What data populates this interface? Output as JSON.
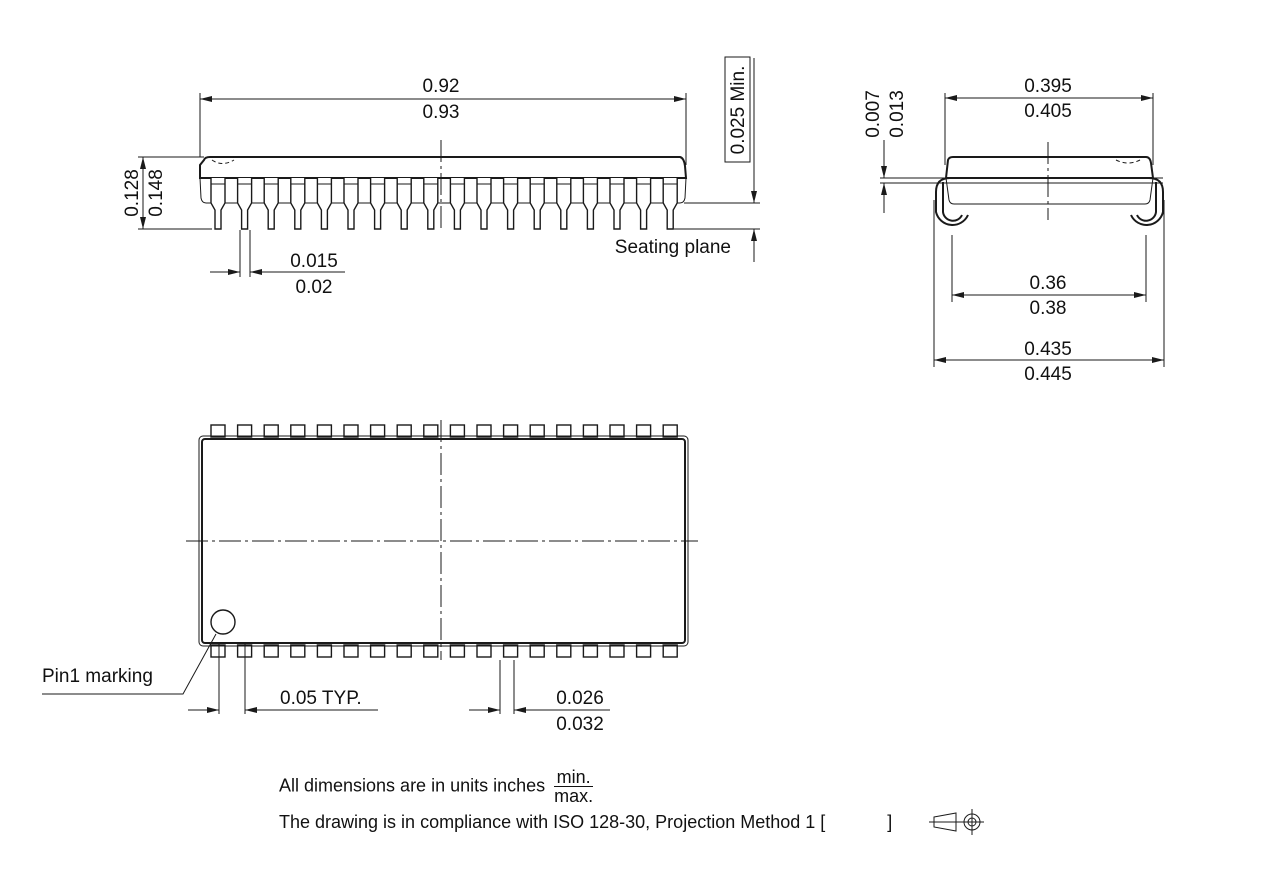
{
  "drawing": {
    "type": "package outline drawing (SOJ-36 style)",
    "pin_count_per_side": 18,
    "views": {
      "side_view": {
        "length_dim": {
          "min": "0.92",
          "max": "0.93"
        },
        "height_dim": {
          "min": "0.128",
          "max": "0.148"
        },
        "lead_width_dim": {
          "min": "0.015",
          "max": "0.02"
        },
        "standoff_dim": {
          "label": "0.025 Min."
        },
        "seating_plane_label": "Seating plane"
      },
      "end_view": {
        "body_width_dim": {
          "min": "0.395",
          "max": "0.405"
        },
        "lead_thickness_dim": {
          "min": "0.007",
          "max": "0.013"
        },
        "lead_span_dim": {
          "min": "0.36",
          "max": "0.38"
        },
        "overall_width_dim": {
          "min": "0.435",
          "max": "0.445"
        }
      },
      "top_view": {
        "pin1_label": "Pin1 marking",
        "pitch_dim": {
          "label": "0.05 TYP."
        },
        "lead_width_dim": {
          "min": "0.026",
          "max": "0.032"
        }
      }
    },
    "notes": {
      "units_text": "All dimensions are in units inches",
      "units_fraction": {
        "num": "min.",
        "den": "max."
      },
      "compliance_text": "The drawing is in compliance with ISO 128-30, Projection Method 1 [",
      "compliance_close": "]",
      "projection_symbol": "first-angle-projection-icon"
    }
  }
}
